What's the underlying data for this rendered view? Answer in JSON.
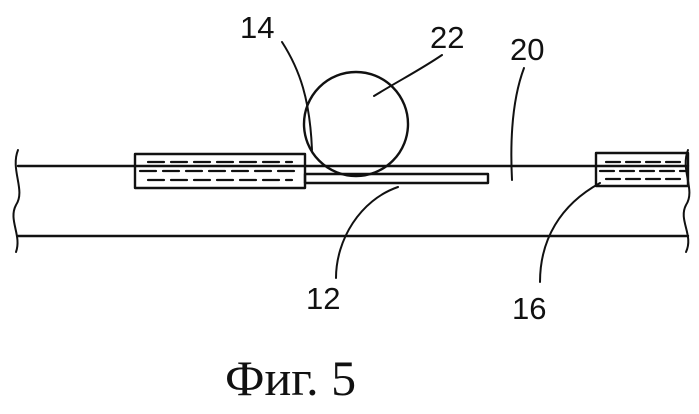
{
  "figure": {
    "caption": "Фиг. 5",
    "labels": {
      "ref_14": "14",
      "ref_22": "22",
      "ref_20": "20",
      "ref_12": "12",
      "ref_16": "16"
    }
  }
}
